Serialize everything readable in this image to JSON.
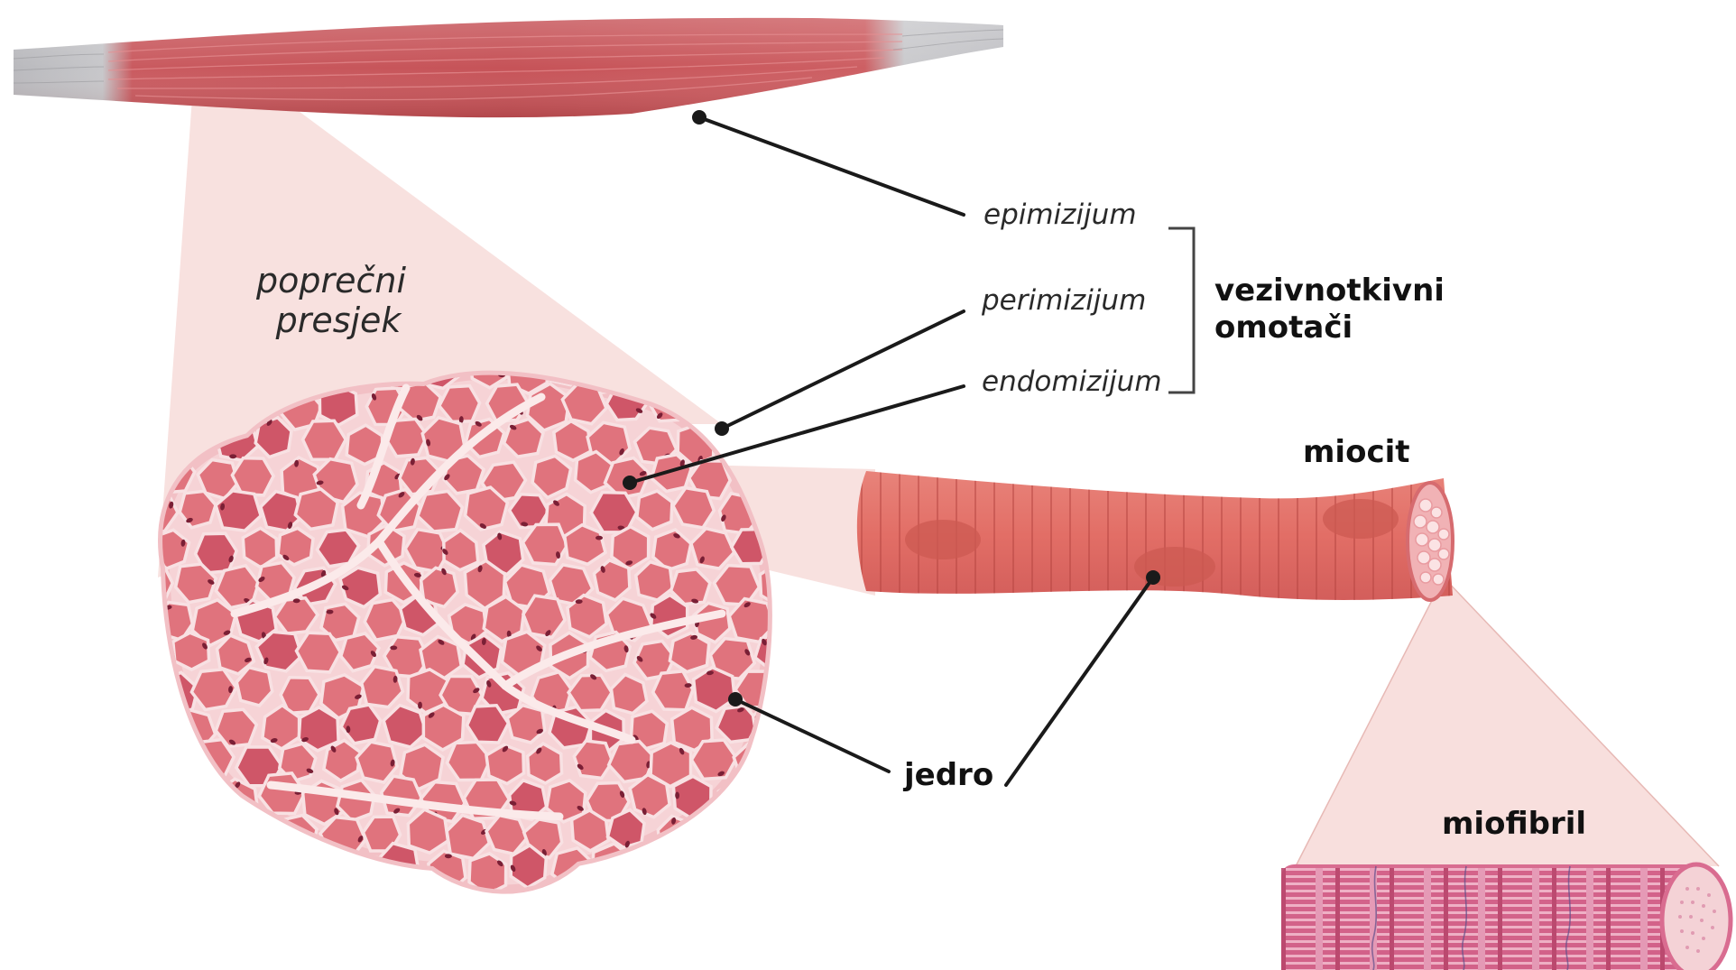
{
  "labels": {
    "cross_section": [
      "poprečni",
      "presjek"
    ],
    "epimysium": "epimizijum",
    "perimysium": "perimizijum",
    "endomysium": "endomizijum",
    "connective_sheaths": [
      "vezivnotkivni",
      "omotači"
    ],
    "myocyte": "miocit",
    "nucleus": "jedro",
    "myofibril": "miofibril"
  },
  "colors": {
    "muscle": "#c9575c",
    "muscle_light": "#e0767b",
    "tendon": "#c8c8ca",
    "cell_fill": "#e0737d",
    "cell_dark": "#cf5668",
    "cell_border": "#f8e1e3",
    "nucleus": "#7a1f35",
    "zoom_cone": "#f7dcd9",
    "myocyte": "#e57468",
    "myofibril": "#d9668a",
    "leader_line": "#1a1a1a"
  }
}
